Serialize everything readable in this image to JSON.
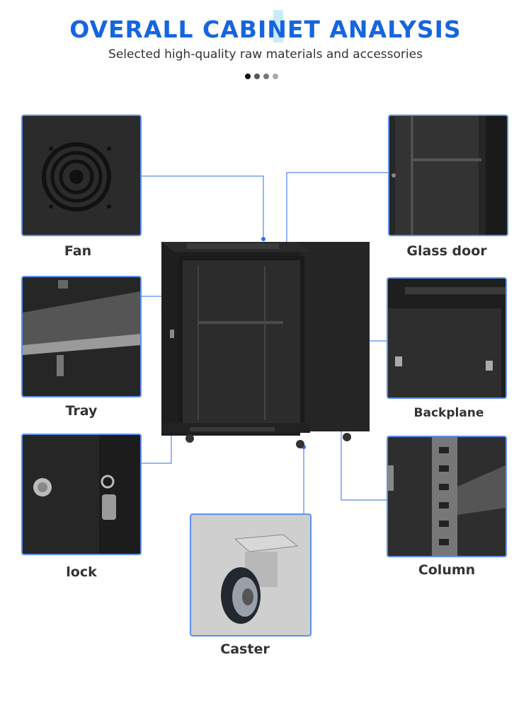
{
  "header": {
    "title": "OVERALL CABINET ANALYSIS",
    "subtitle": "Selected high-quality raw materials and accessories"
  },
  "pager_dots": [
    "#111111",
    "#555555",
    "#777777",
    "#aaaaaa"
  ],
  "colors": {
    "accent": "#1565e0",
    "frame": "#5e90ee",
    "connector": "#2f6ee6"
  },
  "parts": {
    "fan": "Fan",
    "glass_door": "Glass door",
    "tray": "Tray",
    "backplane": "Backplane",
    "lock": "lock",
    "column": "Column",
    "caster": "Caster"
  }
}
